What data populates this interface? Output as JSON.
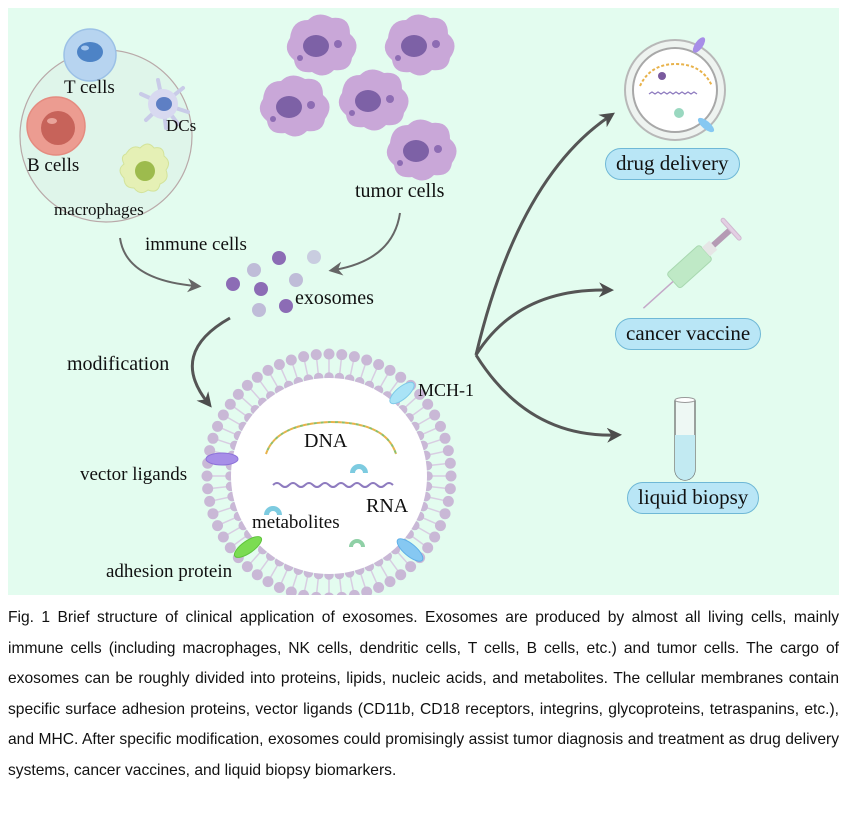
{
  "figure": {
    "immune_group": {
      "cells": [
        "T cells",
        "DCs",
        "B cells",
        "macrophages"
      ],
      "label": "immune cells"
    },
    "tumor_label": "tumor cells",
    "exosomes_label": "exosomes",
    "modification_label": "modification",
    "exosome_structure": {
      "cargo": [
        "DNA",
        "RNA",
        "metabolites"
      ],
      "membrane_proteins": [
        "MCH-1",
        "vector ligands",
        "adhesion protein"
      ]
    },
    "applications": [
      {
        "label": "drug delivery",
        "icon": "loaded-vesicle-icon"
      },
      {
        "label": "cancer vaccine",
        "icon": "syringe-icon"
      },
      {
        "label": "liquid biopsy",
        "icon": "test-tube-icon"
      }
    ],
    "colors": {
      "background": "#e3fcef",
      "pill_fill": "#b9e6f6",
      "membrane": "#c9b8d6",
      "exosome_dark": "#8c6cb5",
      "exosome_light": "#bfbcd8",
      "tumor_cell": "#c9a7d8",
      "arrow": "#4d4d4d"
    }
  },
  "caption": "Fig. 1 Brief structure of clinical application of exosomes. Exosomes are produced by almost all living cells, mainly immune cells (including macrophages, NK cells, dendritic cells, T cells, B cells, etc.) and tumor cells. The cargo of exosomes can be roughly divided into proteins, lipids, nucleic acids, and metabolites. The cellular membranes contain specific surface adhesion proteins, vector ligands (CD11b, CD18 receptors, integrins, glycoproteins, tetraspanins, etc.), and MHC. After specific modification, exosomes could promisingly assist tumor diagnosis and treatment as drug delivery systems, cancer vaccines, and liquid biopsy biomarkers."
}
